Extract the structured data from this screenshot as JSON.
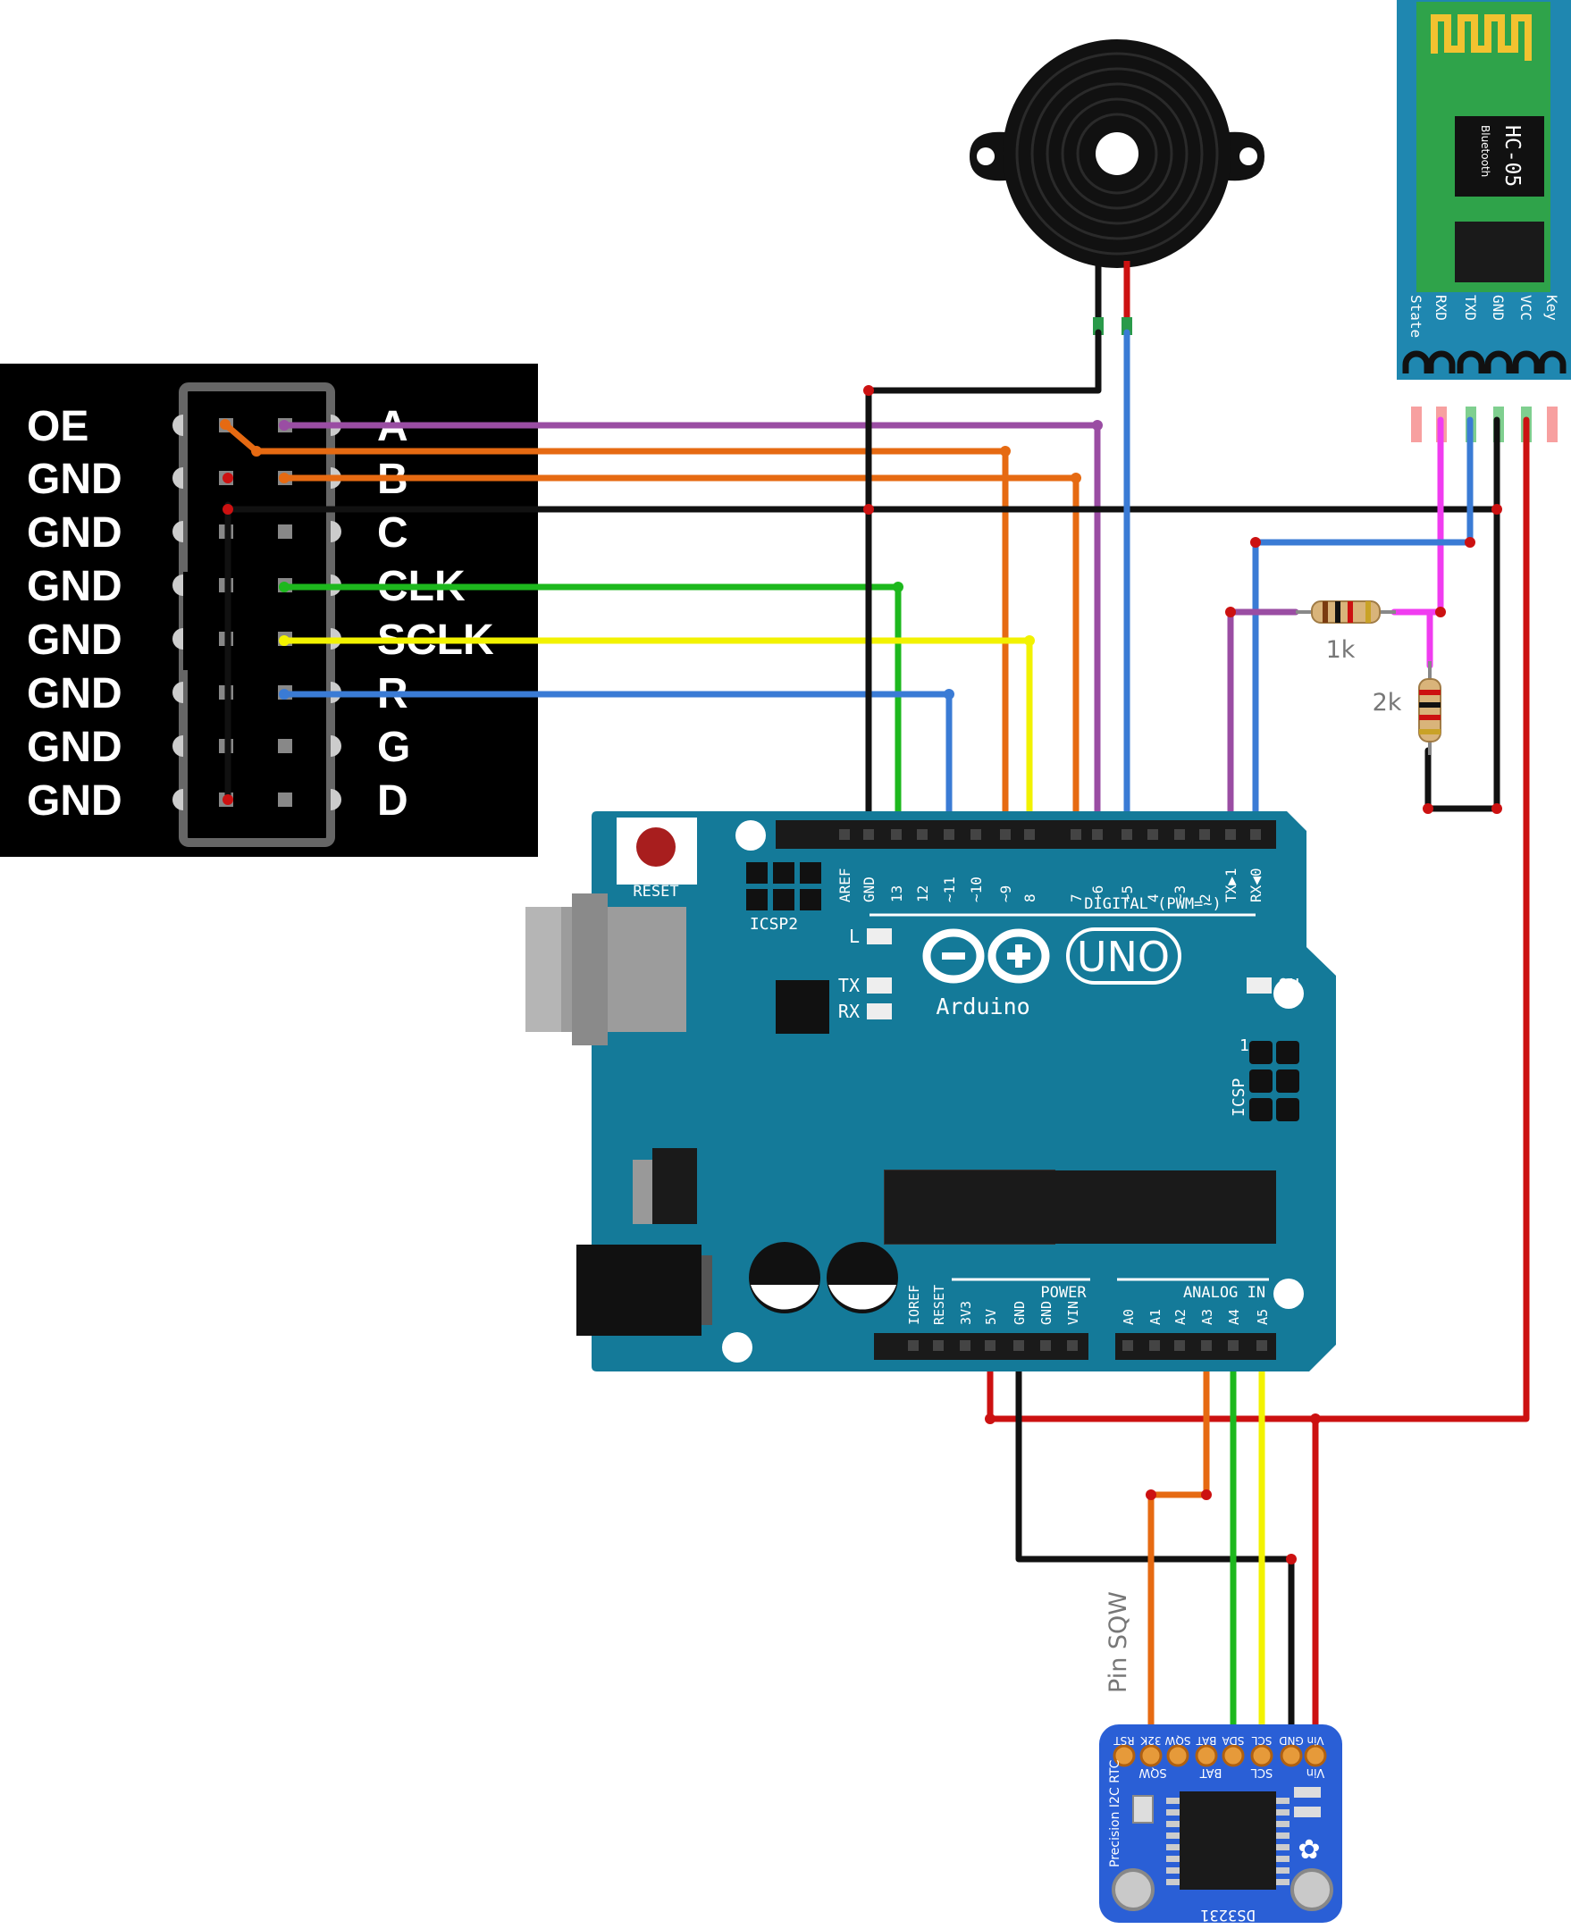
{
  "connector": {
    "labels_left": [
      "OE",
      "GND",
      "GND",
      "GND",
      "GND",
      "GND",
      "GND",
      "GND"
    ],
    "labels_right": [
      "A",
      "B",
      "C",
      "CLK",
      "SCLK",
      "R",
      "G",
      "D"
    ]
  },
  "arduino": {
    "reset_label": "RESET",
    "icsp2_label": "ICSP2",
    "icsp_label": "ICSP",
    "icsp_pin1": "1",
    "digital_label": "DIGITAL (PWM=~)",
    "digital_pins": [
      "AREF",
      "GND",
      "13",
      "12",
      "~11",
      "~10",
      "~9",
      "8",
      "7",
      "~6",
      "~5",
      "4",
      "~3",
      "2",
      "TX▶1",
      "RX◀0"
    ],
    "led_labels": [
      "L",
      "TX",
      "RX",
      "ON"
    ],
    "brand": "Arduino",
    "model": "UNO",
    "power_label": "POWER",
    "power_pins": [
      "IOREF",
      "RESET",
      "3V3",
      "5V",
      "GND",
      "GND",
      "VIN"
    ],
    "analog_label": "ANALOG IN",
    "analog_pins": [
      "A0",
      "A1",
      "A2",
      "A3",
      "A4",
      "A5"
    ]
  },
  "hc05": {
    "title": "HC-05",
    "subtitle": "Bluetooth",
    "pins": [
      "State",
      "RXD",
      "TXD",
      "GND",
      "VCC",
      "Key"
    ]
  },
  "resistors": {
    "r1": "1k",
    "r2": "2k"
  },
  "rtc": {
    "annotation": "Pin SQW",
    "top_labels": [
      "RST",
      "32K",
      "SQW",
      "BAT",
      "SDA",
      "SCL",
      "GND",
      "Vin"
    ],
    "bottom_labels": [
      "SQW",
      "BAT",
      "SCL",
      "Vin"
    ],
    "side_label": "Precision I2C RTC",
    "chip_label": "DS3231"
  },
  "colors": {
    "wire_red": "#cc1111",
    "wire_black": "#111111",
    "wire_blue": "#3a7bd5",
    "wire_green": "#1db81d",
    "wire_yellow": "#f2f200",
    "wire_orange": "#e66a12",
    "wire_purple": "#9a4da3",
    "wire_magenta": "#f03cf0",
    "arduino_board": "#147a99",
    "rtc_board": "#2a5fd6",
    "hc05_board": "#1f87b0"
  }
}
